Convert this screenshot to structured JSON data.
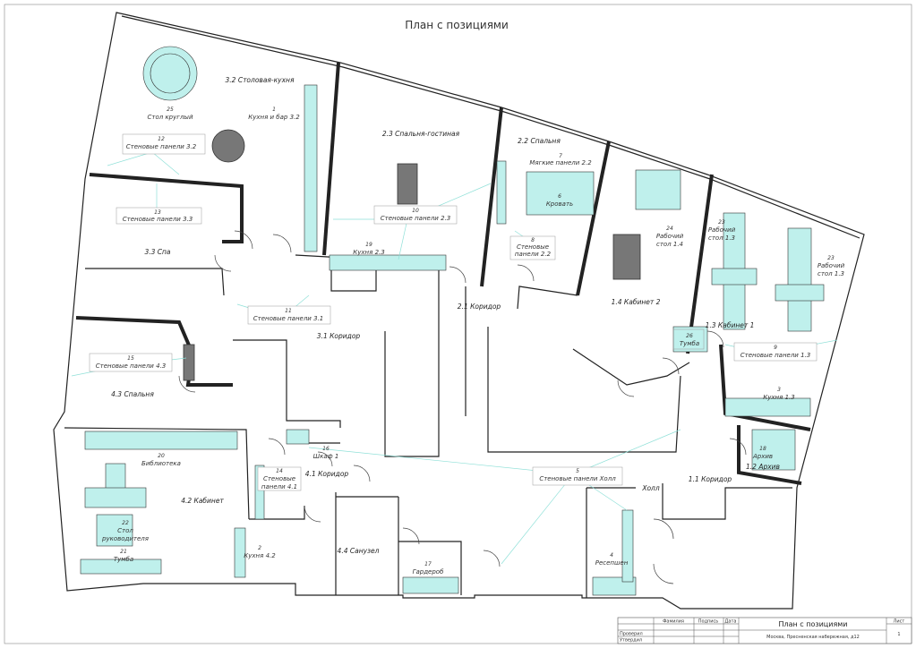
{
  "drawing": {
    "title": "План с позициями"
  },
  "rooms": [
    {
      "id": "r32",
      "name": "3.2 Столовая-кухня"
    },
    {
      "id": "r23",
      "name": "2.3 Спальня-гостиная"
    },
    {
      "id": "r22",
      "name": "2.2 Спальня"
    },
    {
      "id": "r33",
      "name": "3.3 Спа"
    },
    {
      "id": "r31",
      "name": "3.1 Коридор"
    },
    {
      "id": "r21",
      "name": "2.1 Коридор"
    },
    {
      "id": "r14",
      "name": "1.4 Кабинет 2"
    },
    {
      "id": "r13",
      "name": "1.3 Кабинет 1"
    },
    {
      "id": "r43",
      "name": "4.3 Спальня"
    },
    {
      "id": "r42",
      "name": "4.2 Кабинет"
    },
    {
      "id": "r41",
      "name": "4.1 Коридор"
    },
    {
      "id": "r44",
      "name": "4.4 Санузел"
    },
    {
      "id": "rhall",
      "name": "Холл"
    },
    {
      "id": "r11",
      "name": "1.1 Коридор"
    },
    {
      "id": "r12",
      "name": "1.2 Архив"
    }
  ],
  "positions": [
    {
      "id": "p25",
      "num": "25",
      "label": "Стол круглый"
    },
    {
      "id": "p1",
      "num": "1",
      "label": "Кухня и бар 3.2"
    },
    {
      "id": "p12",
      "num": "12",
      "label": "Стеновые панели 3.2"
    },
    {
      "id": "p13",
      "num": "13",
      "label": "Стеновые панели 3.3"
    },
    {
      "id": "p10",
      "num": "10",
      "label": "Стеновые панели 2.3"
    },
    {
      "id": "p19",
      "num": "19",
      "label": "Кухня 2.3"
    },
    {
      "id": "p7",
      "num": "7",
      "label": "Мягкие панели 2.2"
    },
    {
      "id": "p6",
      "num": "6",
      "label": "Кровать"
    },
    {
      "id": "p8",
      "num": "8",
      "label1": "Стеновые",
      "label2": "панели 2.2"
    },
    {
      "id": "p24",
      "num": "24",
      "label1": "Рабочий",
      "label2": "стол 1.4"
    },
    {
      "id": "p23a",
      "num": "23",
      "label1": "Рабочий",
      "label2": "стол 1.3"
    },
    {
      "id": "p23b",
      "num": "23",
      "label1": "Рабочий",
      "label2": "стол 1.3"
    },
    {
      "id": "p26",
      "num": "26",
      "label": "Тумба"
    },
    {
      "id": "p9",
      "num": "9",
      "label": "Стеновые панели 1.3"
    },
    {
      "id": "p3",
      "num": "3",
      "label": "Кухня 1.3"
    },
    {
      "id": "p11",
      "num": "11",
      "label": "Стеновые панели 3.1"
    },
    {
      "id": "p15",
      "num": "15",
      "label": "Стеновые панели 4.3"
    },
    {
      "id": "p20",
      "num": "20",
      "label": "Библиотека"
    },
    {
      "id": "p22",
      "num": "22",
      "label1": "Стол",
      "label2": "руководителя"
    },
    {
      "id": "p21",
      "num": "21",
      "label": "Тумба"
    },
    {
      "id": "p16",
      "num": "16",
      "label": "Шкаф 1"
    },
    {
      "id": "p14",
      "num": "14",
      "label1": "Стеновые",
      "label2": "панели 4.1"
    },
    {
      "id": "p2",
      "num": "2",
      "label": "Кухня 4.2"
    },
    {
      "id": "p5",
      "num": "5",
      "label": "Стеновые панели Холл"
    },
    {
      "id": "p17",
      "num": "17",
      "label": "Гардероб"
    },
    {
      "id": "p4",
      "num": "4",
      "label": "Ресепшен"
    },
    {
      "id": "p18",
      "num": "18",
      "label": "Архив"
    }
  ],
  "title_block": {
    "col_surname": "Фамилия",
    "col_signature": "Подпись",
    "col_date": "Дата",
    "row_checked": "Проверил",
    "row_approved": "Утвердил",
    "sheet_title": "План с позициями",
    "address": "Москва, Пресненская набережная, д12",
    "sheet_label": "Лист",
    "sheet_number": "1"
  }
}
